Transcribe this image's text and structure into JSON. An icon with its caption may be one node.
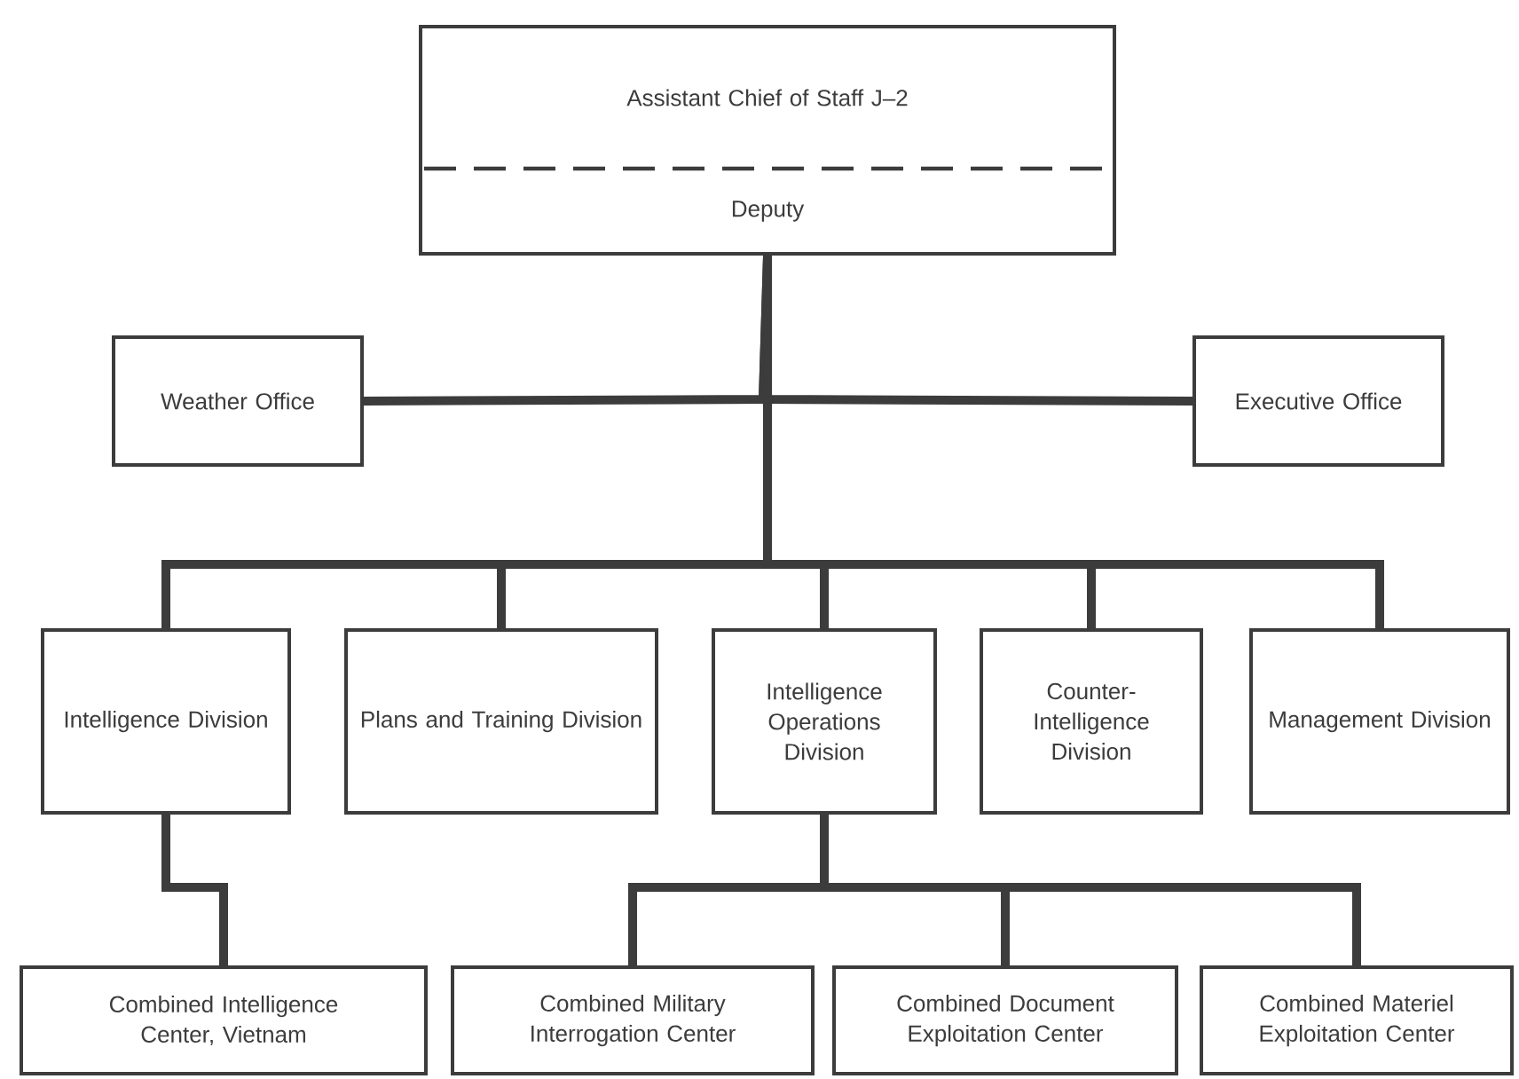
{
  "diagram": {
    "nodes": [
      {
        "text": [
          "Assistant Chief of Staff J–2",
          "Deputy"
        ]
      },
      {
        "text": [
          "Weather Office"
        ]
      },
      {
        "text": [
          "Executive Office"
        ]
      },
      {
        "text": [
          "Intelligence Division"
        ]
      },
      {
        "text": [
          "Plans and Training Division"
        ]
      },
      {
        "text": [
          "Intelligence Operations Division"
        ]
      },
      {
        "text": [
          "Counter-Intelligence Division"
        ]
      },
      {
        "text": [
          "Management Division"
        ]
      },
      {
        "text": [
          "Combined Intelligence Center, Vietnam"
        ]
      },
      {
        "text": [
          "Combined Military Interrogation Center"
        ]
      },
      {
        "text": [
          "Combined Document Exploitation Center"
        ]
      },
      {
        "text": [
          "Combined Materiel Exploitation Center"
        ]
      }
    ],
    "edges": [
      {
        "from": 0,
        "to": 1,
        "arrow": "none"
      },
      {
        "from": 0,
        "to": 2,
        "arrow": "none"
      },
      {
        "from": 0,
        "to": 3,
        "arrow": "none"
      },
      {
        "from": 0,
        "to": 4,
        "arrow": "none"
      },
      {
        "from": 0,
        "to": 5,
        "arrow": "none"
      },
      {
        "from": 0,
        "to": 6,
        "arrow": "none"
      },
      {
        "from": 0,
        "to": 7,
        "arrow": "none"
      },
      {
        "from": 3,
        "to": 8,
        "arrow": "none"
      },
      {
        "from": 5,
        "to": 9,
        "arrow": "none"
      },
      {
        "from": 5,
        "to": 10,
        "arrow": "none"
      },
      {
        "from": 5,
        "to": 11,
        "arrow": "none"
      }
    ]
  }
}
